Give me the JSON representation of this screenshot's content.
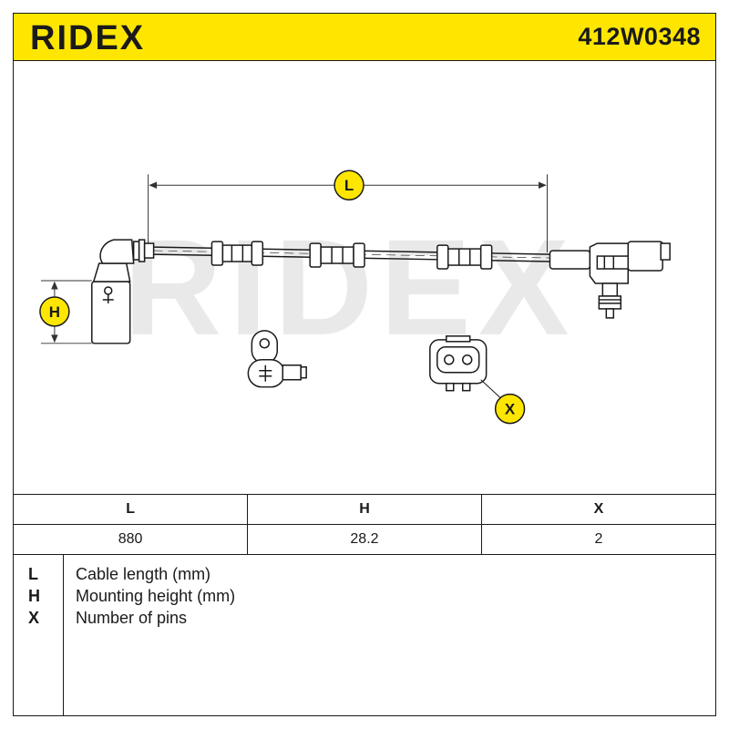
{
  "header": {
    "brand": "RIDEX",
    "part_number": "412W0348",
    "background_color": "#ffe600"
  },
  "drawing": {
    "watermark": "RIDEX",
    "markers": {
      "L": "L",
      "H": "H",
      "X": "X"
    },
    "marker_color": "#ffe600"
  },
  "dimensions_table": {
    "headers": [
      "L",
      "H",
      "X"
    ],
    "values": [
      "880",
      "28.2",
      "2"
    ]
  },
  "legend": [
    {
      "code": "L",
      "description": "Cable length (mm)"
    },
    {
      "code": "H",
      "description": "Mounting height (mm)"
    },
    {
      "code": "X",
      "description": "Number of pins"
    }
  ]
}
